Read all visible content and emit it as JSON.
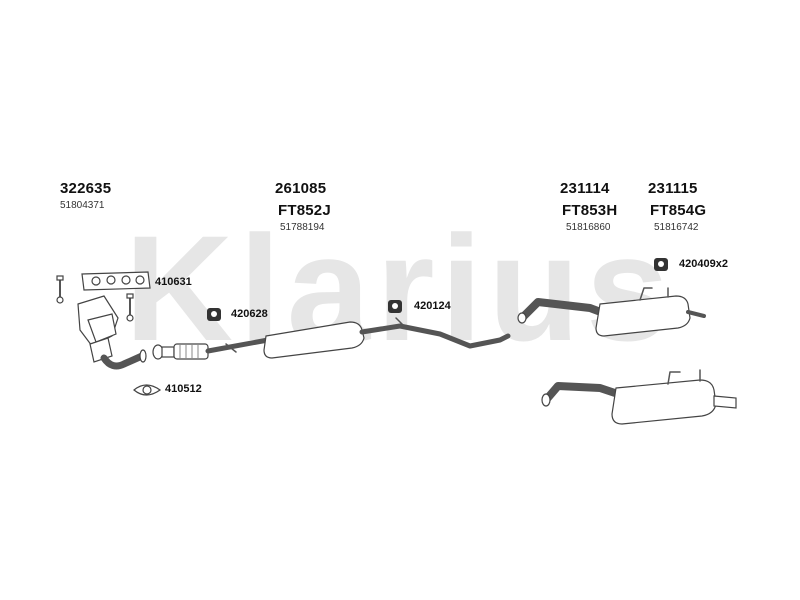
{
  "watermark": {
    "brand": "Klarius"
  },
  "groups": [
    {
      "id": "left",
      "part_no": "322635",
      "ref_no": "51804371"
    },
    {
      "id": "mid",
      "part_no": "261085",
      "sub_no": "FT852J",
      "ref_no": "51788194"
    },
    {
      "id": "rear1",
      "part_no": "231114",
      "sub_no": "FT853H",
      "ref_no": "51816860"
    },
    {
      "id": "rear2",
      "part_no": "231115",
      "sub_no": "FT854G",
      "ref_no": "51816742"
    }
  ],
  "accessories": [
    {
      "code": "410631",
      "icon": "manifold-gasket-icon"
    },
    {
      "code": "420628",
      "icon": "rubber-mount-icon"
    },
    {
      "code": "420124",
      "icon": "rubber-mount-icon"
    },
    {
      "code": "410512",
      "icon": "flange-gasket-icon"
    },
    {
      "code": "420409x2",
      "icon": "rubber-mount-icon"
    }
  ]
}
